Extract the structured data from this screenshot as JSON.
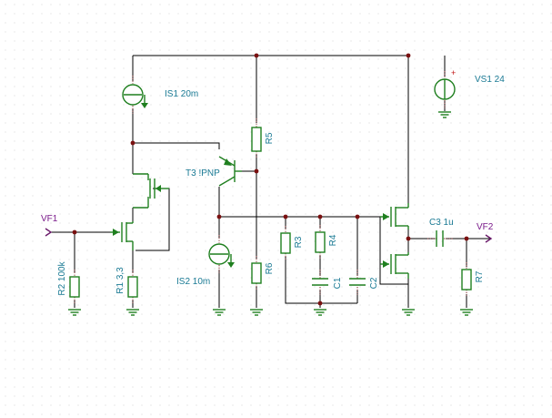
{
  "labels": {
    "is1": "IS1 20m",
    "vs1": "VS1 24",
    "r5": "R5",
    "t3": "T3 !PNP",
    "vf1": "VF1",
    "r3": "R3",
    "r4": "R4",
    "c3": "C3 1u",
    "vf2": "VF2",
    "r6": "R6",
    "c1": "C1",
    "c2": "C2",
    "r2": "R2 100k",
    "r1": "R1 3,3",
    "is2": "IS2 10m",
    "r7": "R7",
    "plus": "+"
  },
  "colors": {
    "wire": "#000000",
    "component": "#1f7f1f",
    "node": "#7a1010",
    "label": "#1a7a94",
    "port": "#7a1a8a",
    "grid": "#d6d6d6"
  }
}
